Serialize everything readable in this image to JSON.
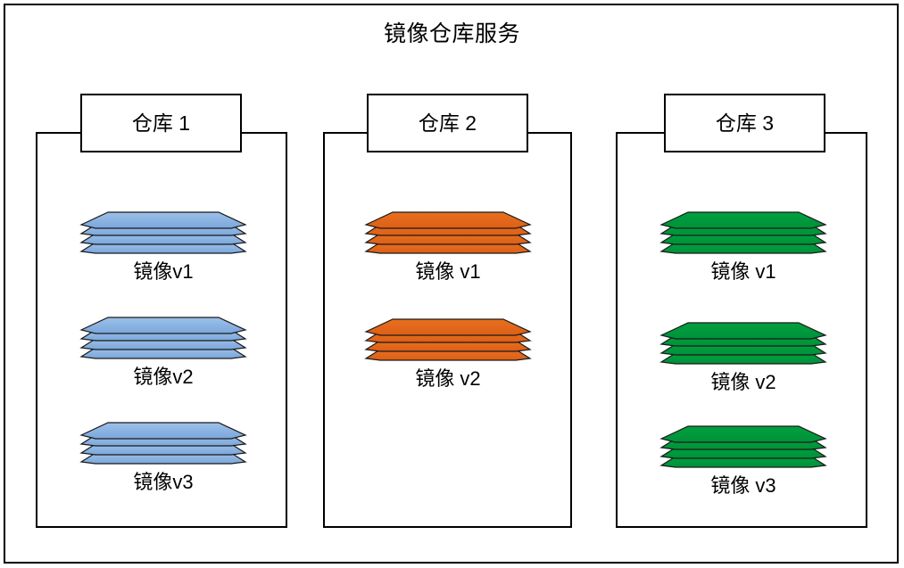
{
  "diagram": {
    "title": "镜像仓库服务",
    "type": "container-diagram",
    "background": "#ffffff",
    "stroke": "#000000"
  },
  "palette": {
    "blue_fill_top": "#9CC0E8",
    "blue_fill_bottom": "#7BA7DC",
    "orange_fill": "#E8701F",
    "orange_fill_dark": "#DC5F17",
    "green_fill": "#00A03E",
    "green_fill_dark": "#00913A",
    "outline": "#000000",
    "box_fill": "#ffffff"
  },
  "repositories": [
    {
      "id": "repo-1",
      "header": "仓库 1",
      "color_name": "blue",
      "fill_top": "#9CC0E8",
      "fill_bottom": "#7BA7DC",
      "images": [
        {
          "label": "镜像v1",
          "layers": 4
        },
        {
          "label": "镜像v2",
          "layers": 4
        },
        {
          "label": "镜像v3",
          "layers": 4
        }
      ]
    },
    {
      "id": "repo-2",
      "header": "仓库 2",
      "color_name": "orange",
      "fill_top": "#E8701F",
      "fill_bottom": "#DC5F17",
      "images": [
        {
          "label": "镜像 v1",
          "layers": 4
        },
        {
          "label": "镜像 v2",
          "layers": 4
        }
      ]
    },
    {
      "id": "repo-3",
      "header": "仓库 3",
      "color_name": "green",
      "fill_top": "#00A03E",
      "fill_bottom": "#00913A",
      "images": [
        {
          "label": "镜像 v1",
          "layers": 4
        },
        {
          "label": "镜像 v2",
          "layers": 4
        },
        {
          "label": "镜像 v3",
          "layers": 4
        }
      ]
    }
  ]
}
